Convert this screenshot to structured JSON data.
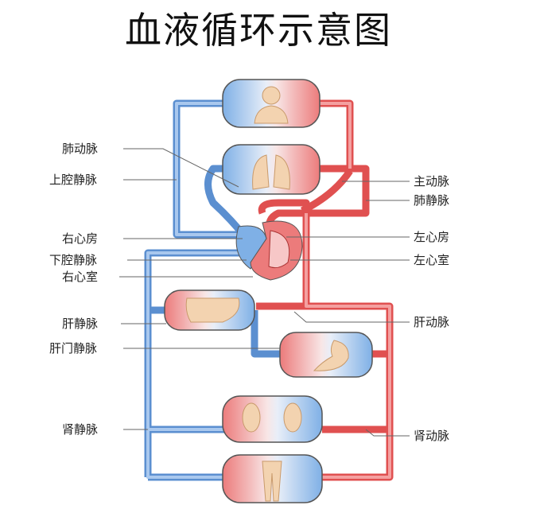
{
  "title": "血液循环示意图",
  "labels_left": [
    "肺动脉",
    "上腔静脉",
    "右心房",
    "下腔静脉",
    "右心室",
    "肝静脉",
    "肝门静脉",
    "肾静脉"
  ],
  "labels_right": [
    "主动脉",
    "肺静脉",
    "左心房",
    "左心室",
    "肝动脉",
    "肾动脉"
  ],
  "colors": {
    "venous": "#5b8fd0",
    "arterial": "#e05050"
  }
}
